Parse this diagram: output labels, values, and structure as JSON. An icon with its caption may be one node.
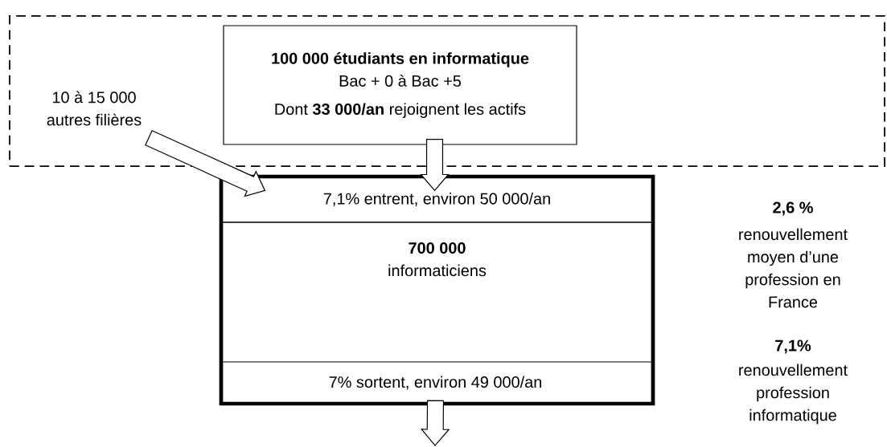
{
  "diagram": {
    "nodes": [
      {
        "text": [],
        "shape": "box"
      },
      {
        "text": [
          "100 000 étudiants en informatique",
          "Bac + 0 à Bac +5",
          "Dont **33 000/an** rejoignent les actifs"
        ],
        "in": 0
      },
      {
        "text": [
          "10 à 15 000 autres filières"
        ],
        "in": 0
      },
      {
        "text": [],
        "shape": "box"
      },
      {
        "text": [
          "7,1% entrent, environ 50 000/an"
        ],
        "in": 3
      },
      {
        "text": [
          "700 000",
          "informaticiens"
        ],
        "in": 3
      },
      {
        "text": [
          "7% sortent, environ 49 000/an"
        ],
        "in": 3
      }
    ],
    "edges": [
      {
        "from": 2,
        "to": 4,
        "arrow": "to"
      },
      {
        "from": 1,
        "to": 4,
        "arrow": "to"
      },
      {
        "from": 6,
        "to": null,
        "arrow": "to"
      }
    ],
    "labels": [
      "2,6 %",
      "renouvellement moyen d’une profession en France",
      "7,1%",
      "renouvellement profession informatique"
    ]
  }
}
